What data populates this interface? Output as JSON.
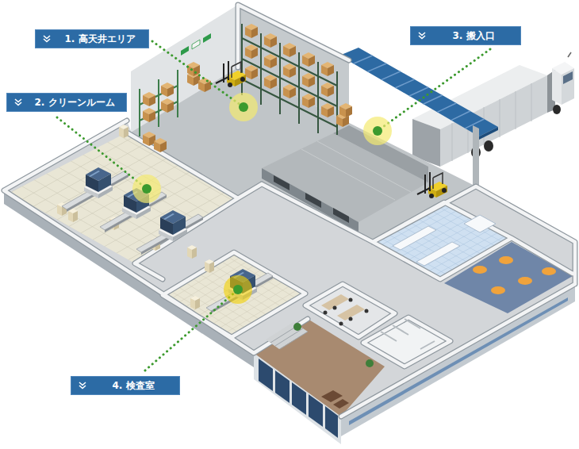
{
  "diagram": {
    "nodes": [
      {
        "text": [
          "1. 高天井エリア"
        ]
      },
      {
        "text": [
          "3. 搬入口"
        ]
      },
      {
        "text": [
          "2. クリーンルーム"
        ]
      },
      {
        "text": [
          "4. 検査室"
        ]
      }
    ]
  }
}
